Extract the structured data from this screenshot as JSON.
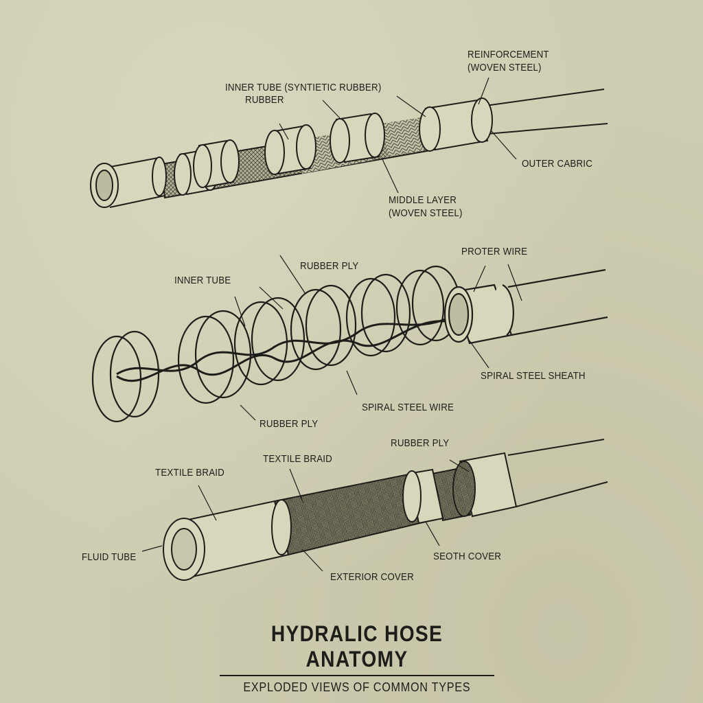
{
  "title": "HYDRALIC HOSE ANATOMY",
  "subtitle": "EXPLODED VIEWS OF COMMON TYPES",
  "colors": {
    "background": "#cfcdb1",
    "ink": "#1d1d1a",
    "sleeve_fill": "#dcdbc0",
    "braid_fill": "#a9a78b"
  },
  "diagrams": [
    {
      "name": "braided-hose",
      "labels": {
        "reinforcement_line1": "REINFORCEMENT",
        "reinforcement_line2": "(WOVEN STEEL)",
        "inner_tube": "INNER TUBE (SYNTIETIC RUBBER)",
        "rubber": "RUBBER",
        "outer_cabric": "OUTER CABRIC",
        "middle_layer_line1": "MIDDLE LAYER",
        "middle_layer_line2": "(WOVEN STEEL)"
      }
    },
    {
      "name": "spiral-hose",
      "labels": {
        "inner_tube": "INNER TUBE",
        "rubber_ply_top": "RUBBER PLY",
        "proter_wire": "PROTER WIRE",
        "spiral_steel_sheath": "SPIRAL STEEL SHEATH",
        "spiral_steel_wire": "SPIRAL STEEL WIRE",
        "rubber_ply_bottom": "RUBBER PLY"
      }
    },
    {
      "name": "textile-hose",
      "labels": {
        "rubber_ply": "RUBBER PLY",
        "textile_braid_center": "TEXTILE BRAID",
        "textile_braid_left": "TEXTILE BRAID",
        "fluid_tube": "FLUID TUBE",
        "exterior_cover": "EXTERIOR COVER",
        "seoth_cover": "SEOTH COVER"
      }
    }
  ]
}
